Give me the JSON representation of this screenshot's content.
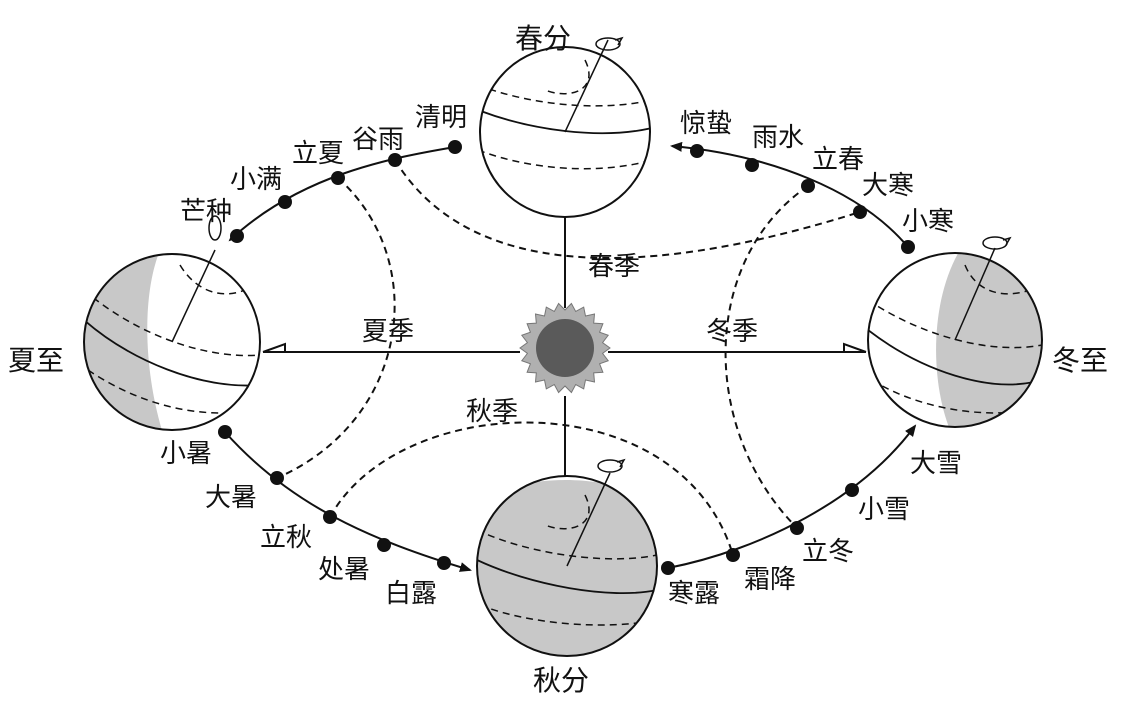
{
  "stations": {
    "spring_equinox": "春分",
    "summer_solstice": "夏至",
    "autumn_equinox": "秋分",
    "winter_solstice": "冬至"
  },
  "seasons": {
    "spring": "春季",
    "summer": "夏季",
    "autumn": "秋季",
    "winter": "冬季"
  },
  "solar_terms": {
    "qingming": "清明",
    "guyu": "谷雨",
    "lixia": "立夏",
    "xiaoman": "小满",
    "mangzhong": "芒种",
    "xiaoshu": "小暑",
    "dashu": "大暑",
    "liqiu": "立秋",
    "chushu": "处暑",
    "bailu": "白露",
    "hanlu": "寒露",
    "shuangjiang": "霜降",
    "lidong": "立冬",
    "xiaoxue": "小雪",
    "daxue": "大雪",
    "xiaohan": "小寒",
    "dahan": "大寒",
    "lichun": "立春",
    "yushui": "雨水",
    "jingzhe": "惊蛰"
  },
  "colors": {
    "line": "#111111",
    "shade": "#c8c8c8",
    "sun_core": "#5a5a5a",
    "sun_corona": "#b0b0b0"
  }
}
